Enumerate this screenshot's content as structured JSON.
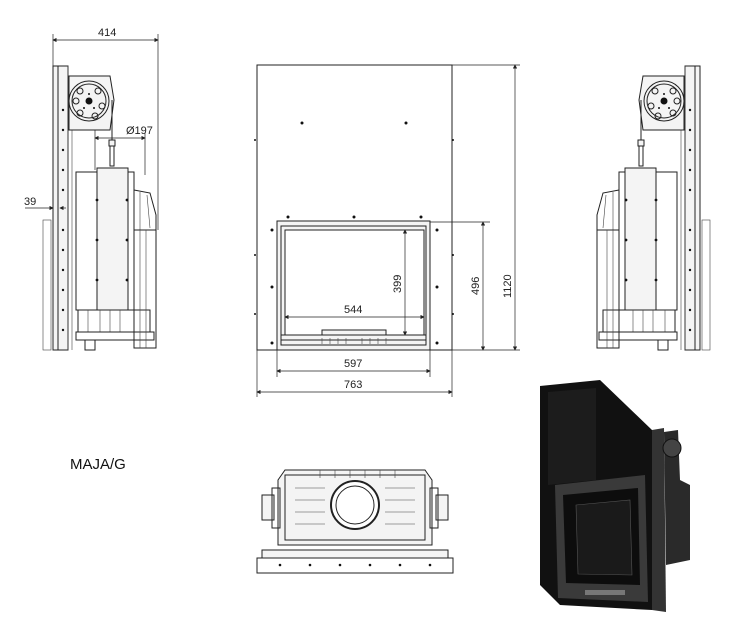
{
  "title": "MAJA/G",
  "dimensions": {
    "side_depth": "414",
    "flue_diameter": "Ø197",
    "side_offset": "39",
    "glass_height": "399",
    "glass_width": "544",
    "door_height": "496",
    "total_height": "1120",
    "door_width": "597",
    "total_width": "763"
  }
}
